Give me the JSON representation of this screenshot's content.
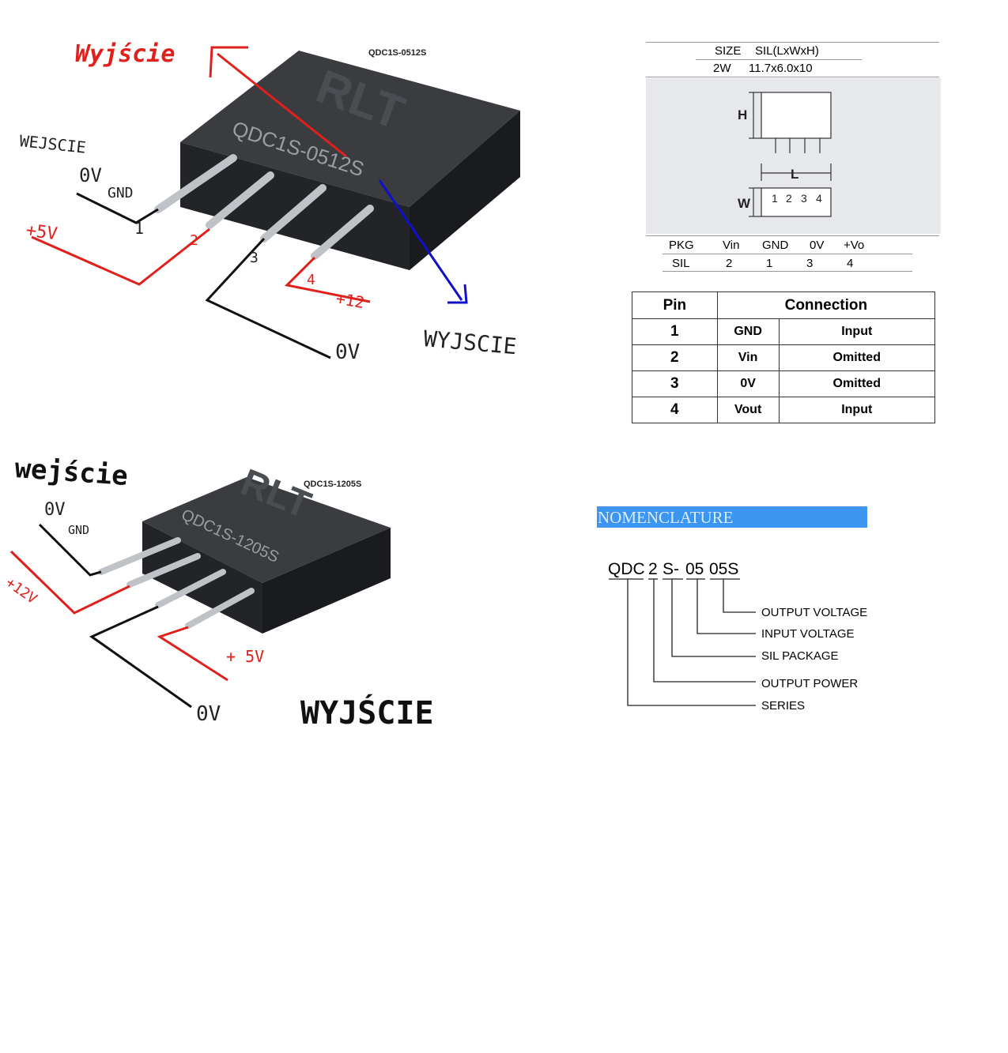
{
  "module1": {
    "title": "QDC1S-0512S",
    "chip_marking": "QDC1S-0512S",
    "logo": "RLT",
    "labels": {
      "wyjscie_top": "Wyjście",
      "wejscie": "WEJSCIE",
      "zero_gnd_0v": "0V",
      "zero_gnd_gnd": "GND",
      "pin1": "1",
      "pin2": "2",
      "pin3": "3",
      "pin4": "4",
      "plus5": "+5V",
      "plus12": "+12",
      "zero_v_bottom": "0V",
      "wyjscie_right": "WYJSCIE"
    }
  },
  "module2": {
    "title": "QDC1S-1205S",
    "chip_marking": "QDC1S-1205S",
    "logo": "RLT",
    "labels": {
      "wejscie": "wejście",
      "zero_v": "0V",
      "gnd": "GND",
      "plus12": "+12V",
      "plus5": "+ 5V",
      "zero_v_bottom": "0V",
      "wyjscie": "WYJŚCIE"
    }
  },
  "spec": {
    "size_header": [
      "SIZE",
      "SIL(LxWxH)"
    ],
    "size_row": [
      "2W",
      "11.7x6.0x10"
    ],
    "dims": {
      "h": "H",
      "l": "L",
      "w": "W",
      "pins": [
        "1",
        "2",
        "3",
        "4"
      ]
    },
    "pkg_header": [
      "PKG",
      "Vin",
      "GND",
      "0V",
      "+Vo"
    ],
    "pkg_row": [
      "SIL",
      "2",
      "1",
      "3",
      "4"
    ]
  },
  "pin_table": {
    "headers": [
      "Pin",
      "Connection"
    ],
    "rows": [
      [
        "1",
        "GND",
        "Input"
      ],
      [
        "2",
        "Vin",
        "Omitted"
      ],
      [
        "3",
        "0V",
        "Omitted"
      ],
      [
        "4",
        "Vout",
        "Input"
      ]
    ]
  },
  "nomenclature": {
    "title": "NOMENCLATURE",
    "code_parts": [
      "QDC",
      "2",
      "S-",
      "05",
      "05S"
    ],
    "labels": [
      "OUTPUT VOLTAGE",
      "INPUT VOLTAGE",
      "SIL PACKAGE",
      "OUTPUT POWER",
      "SERIES"
    ]
  },
  "colors": {
    "red_wire": "#e0201c",
    "black_wire": "#111111",
    "blue_arrow": "#1010c8",
    "chip_body": "#2b2d30",
    "nomen_bar": "#3c96f0"
  }
}
